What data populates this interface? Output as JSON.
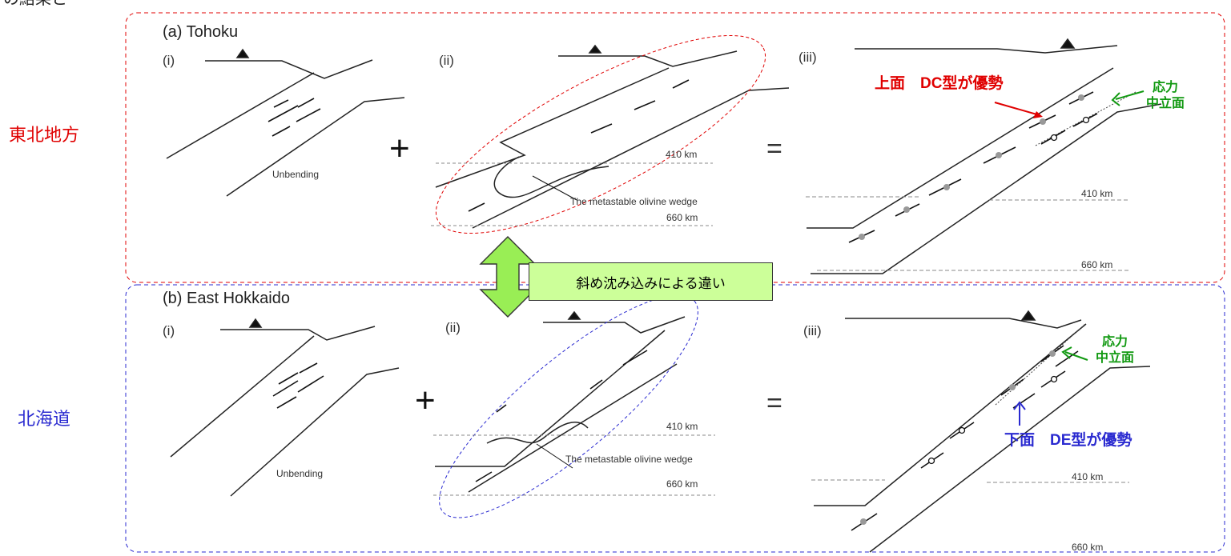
{
  "header": {
    "text": "の結果と"
  },
  "regions": {
    "tohoku": "東北地方",
    "hokkaido": "北海道"
  },
  "panel_a": {
    "title": "(a) Tohoku",
    "sub_i": "(i)",
    "sub_ii": "(ii)",
    "sub_iii": "(iii)",
    "unbending": "Unbending",
    "depth_410": "410 km",
    "depth_660": "660 km",
    "wedge": "The metastable olivine wedge",
    "upper_plane": "上面　DC型が優勢",
    "neutral_line1": "応力",
    "neutral_line2": "中立面"
  },
  "panel_b": {
    "title": "(b) East Hokkaido",
    "sub_i": "(i)",
    "sub_ii": "(ii)",
    "sub_iii": "(iii)",
    "unbending": "Unbending",
    "depth_410": "410 km",
    "depth_660": "660 km",
    "wedge": "The metastable olivine wedge",
    "lower_plane": "下面　DE型が優勢",
    "neutral_line1": "応力",
    "neutral_line2": "中立面"
  },
  "operators": {
    "plus": "+",
    "equals": "="
  },
  "callout": "斜め沈み込みによる違い",
  "colors": {
    "red": "#e00000",
    "blue": "#2a2ad0",
    "green": "#119911",
    "callout_bg": "#ccff99"
  }
}
